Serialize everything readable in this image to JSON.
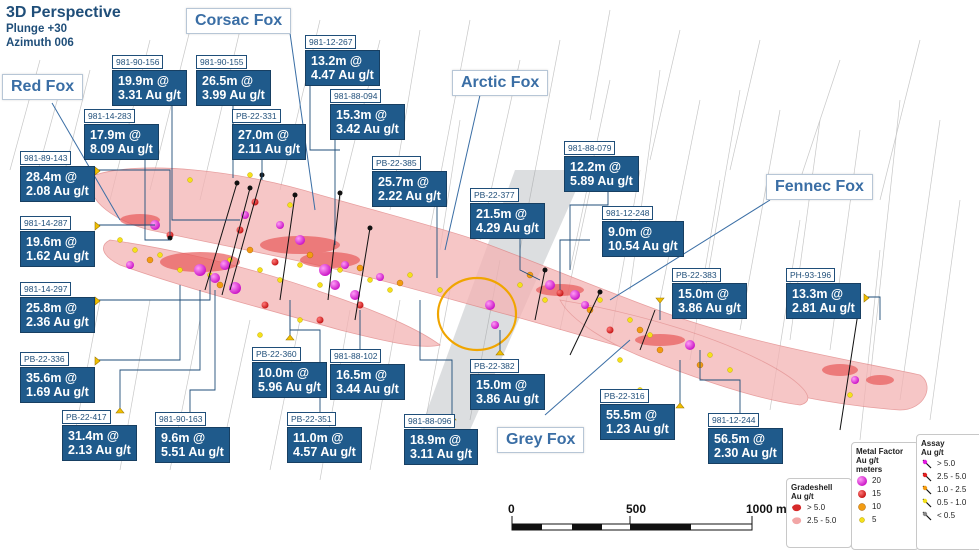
{
  "title": {
    "main": "3D Perspective",
    "plunge": "Plunge +30",
    "azimuth": "Azimuth 006"
  },
  "zones": [
    {
      "name": "Red Fox"
    },
    {
      "name": "Corsac Fox"
    },
    {
      "name": "Arctic Fox"
    },
    {
      "name": "Fennec Fox"
    },
    {
      "name": "Grey Fox"
    }
  ],
  "callouts": [
    {
      "hole": "981-90-156",
      "line1": "19.9m @",
      "line2": "3.31 Au g/t"
    },
    {
      "hole": "981-90-155",
      "line1": "26.5m @",
      "line2": "3.99 Au g/t"
    },
    {
      "hole": "981-12-267",
      "line1": "13.2m @",
      "line2": "4.47 Au g/t"
    },
    {
      "hole": "981-14-283",
      "line1": "17.9m @",
      "line2": "8.09 Au g/t"
    },
    {
      "hole": "PB-22-331",
      "line1": "27.0m @",
      "line2": "2.11 Au g/t"
    },
    {
      "hole": "981-88-094",
      "line1": "15.3m @",
      "line2": "3.42 Au g/t"
    },
    {
      "hole": "981-89-143",
      "line1": "28.4m @",
      "line2": "2.08 Au g/t"
    },
    {
      "hole": "PB-22-385",
      "line1": "25.7m @",
      "line2": "2.22 Au g/t"
    },
    {
      "hole": "981-88-079",
      "line1": "12.2m @",
      "line2": "5.89 Au g/t"
    },
    {
      "hole": "PB-22-377",
      "line1": "21.5m @",
      "line2": "4.29 Au g/t"
    },
    {
      "hole": "981-12-248",
      "line1": "9.0m @",
      "line2": "10.54 Au g/t"
    },
    {
      "hole": "981-14-287",
      "line1": "19.6m @",
      "line2": "1.62 Au g/t"
    },
    {
      "hole": "981-14-297",
      "line1": "25.8m @",
      "line2": "2.36 Au g/t"
    },
    {
      "hole": "PB-22-383",
      "line1": "15.0m @",
      "line2": "3.86 Au g/t"
    },
    {
      "hole": "PH-93-196",
      "line1": "13.3m @",
      "line2": "2.81 Au g/t"
    },
    {
      "hole": "PB-22-336",
      "line1": "35.6m @",
      "line2": "1.69 Au g/t"
    },
    {
      "hole": "PB-22-360",
      "line1": "10.0m @",
      "line2": "5.96 Au g/t"
    },
    {
      "hole": "981-88-102",
      "line1": "16.5m @",
      "line2": "3.44 Au g/t"
    },
    {
      "hole": "PB-22-382",
      "line1": "15.0m @",
      "line2": "3.86 Au g/t"
    },
    {
      "hole": "PB-22-417",
      "line1": "31.4m @",
      "line2": "2.13 Au g/t"
    },
    {
      "hole": "981-90-163",
      "line1": "9.6m @",
      "line2": "5.51 Au g/t"
    },
    {
      "hole": "PB-22-351",
      "line1": "11.0m @",
      "line2": "4.57 Au g/t"
    },
    {
      "hole": "981-88-096",
      "line1": "18.9m @",
      "line2": "3.11 Au g/t"
    },
    {
      "hole": "PB-22-316",
      "line1": "55.5m @",
      "line2": "1.23 Au g/t"
    },
    {
      "hole": "981-12-244",
      "line1": "56.5m @",
      "line2": "2.30 Au g/t"
    }
  ],
  "legend": {
    "gradeshell": {
      "title1": "Gradeshell",
      "title2": "Au g/t",
      "items": [
        {
          "label": "> 5.0",
          "color": "#d62a2a"
        },
        {
          "label": "2.5 - 5.0",
          "color": "#f2a6a6"
        }
      ]
    },
    "metal_factor": {
      "title1": "Metal Factor",
      "title2": "Au g/t",
      "title3": "meters",
      "items": [
        {
          "label": "20",
          "color": "#e11be0"
        },
        {
          "label": "15",
          "color": "#e02020"
        },
        {
          "label": "10",
          "color": "#f39c12"
        },
        {
          "label": "5",
          "color": "#f4e11a"
        }
      ]
    },
    "assay": {
      "title1": "Assay",
      "title2": "Au g/t",
      "items": [
        {
          "label": "> 5.0",
          "color": "#e11be0"
        },
        {
          "label": "2.5 - 5.0",
          "color": "#e02020"
        },
        {
          "label": "1.0 - 2.5",
          "color": "#f39c12"
        },
        {
          "label": "0.5 - 1.0",
          "color": "#f4e11a"
        },
        {
          "label": "< 0.5",
          "color": "#888888"
        }
      ]
    }
  },
  "scale": {
    "labels": [
      "0",
      "500",
      "1000 m"
    ]
  }
}
